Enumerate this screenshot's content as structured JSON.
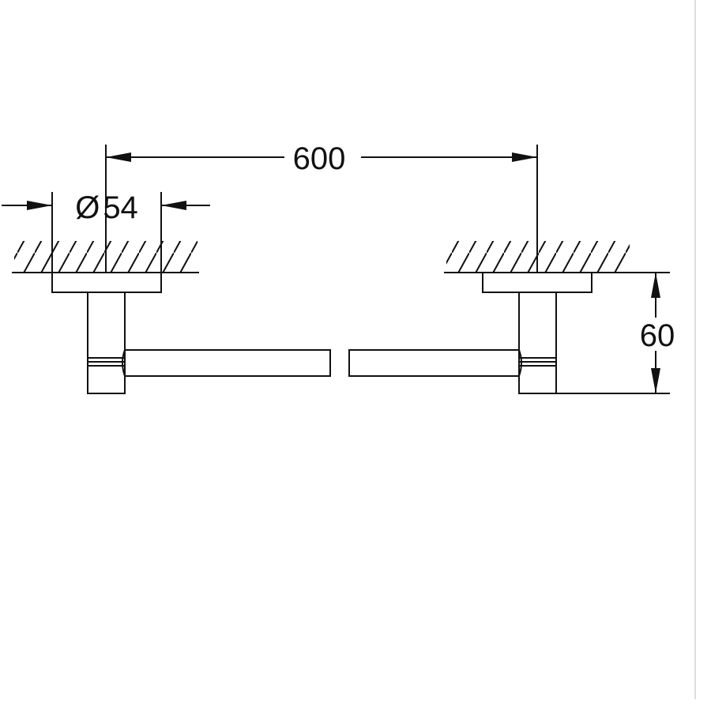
{
  "dimensions": {
    "length": "600",
    "diameter": "54",
    "diameter_symbol": "Ø",
    "projection": "60"
  },
  "colors": {
    "line": "#111111",
    "background": "#ffffff",
    "page_edge": "#dddddd"
  }
}
